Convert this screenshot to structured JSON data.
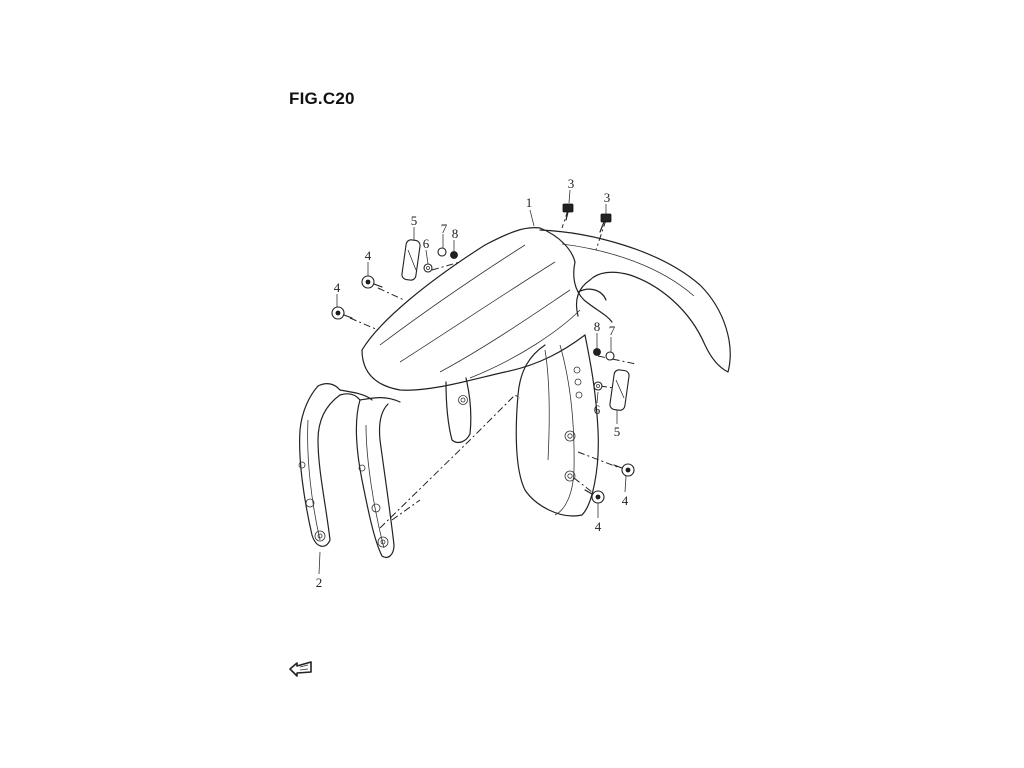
{
  "figure": {
    "title": "FIG.C20"
  },
  "callouts": {
    "fender": "1",
    "brace": "2",
    "bolt_top_a": "3",
    "bolt_top_b": "3",
    "screw_left_a": "4",
    "screw_left_b": "4",
    "screw_right_a": "4",
    "screw_right_b": "4",
    "reflector_left": "5",
    "reflector_right": "5",
    "washer_left": "6",
    "washer_right": "6",
    "clip_left": "7",
    "clip_right": "7",
    "nut_left": "8",
    "nut_right": "8"
  },
  "icons": {
    "front_direction": "arrow-left-icon"
  }
}
